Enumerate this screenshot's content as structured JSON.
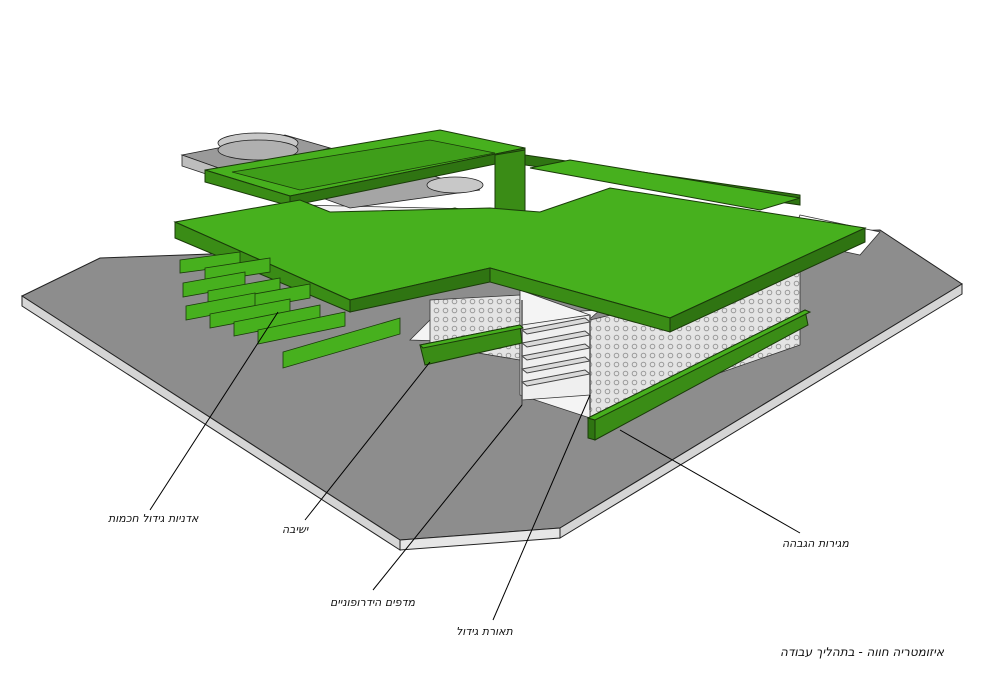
{
  "labels": {
    "herb_planters": "אדניות גידול חכמות",
    "seating": "ישיבה",
    "hydroponic_shelves": "מדפים הידרופוניים",
    "grow_lights": "תאורת גידול",
    "raised_planters": "מגירות הגבהה"
  },
  "caption": "איזומטריה חווה - בתהליך עבודה",
  "colors": {
    "green_top": "#47b01e",
    "green_side": "#3a8c16",
    "green_dark": "#2f7412",
    "slab_top": "#8a8a8a",
    "slab_edge": "#dcdcdc",
    "wall": "#d9d9d9"
  }
}
